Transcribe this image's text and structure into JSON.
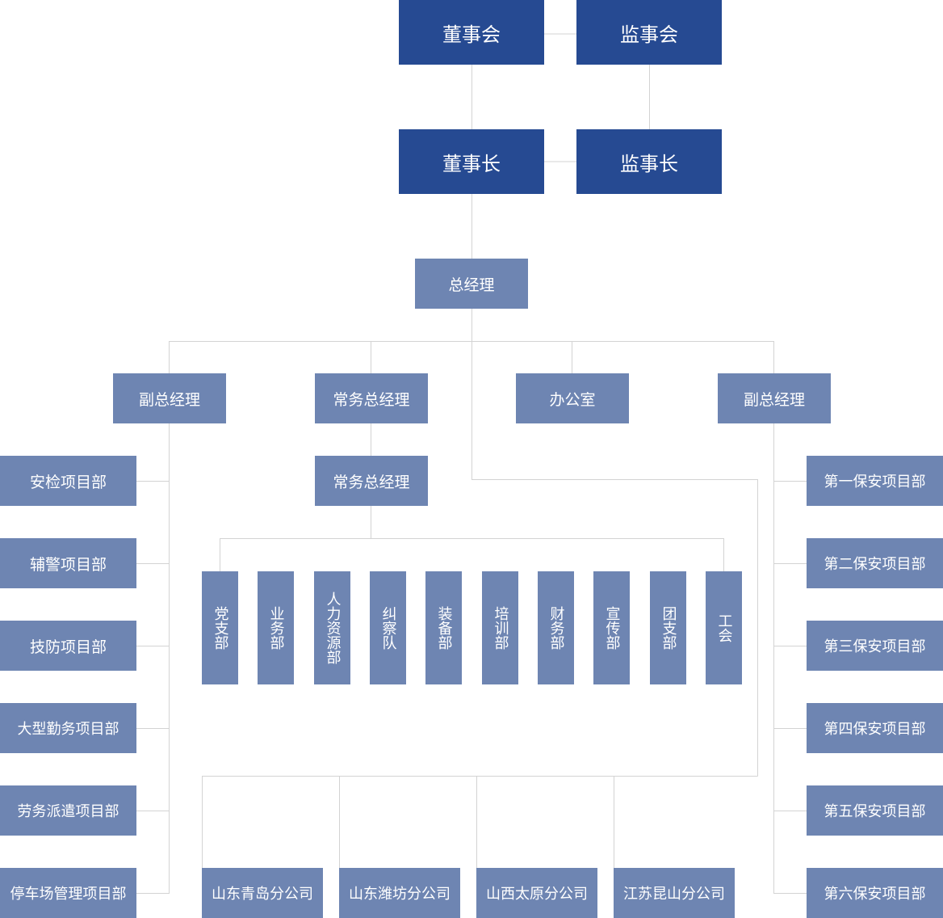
{
  "top": {
    "board": "董事会",
    "supervisory_board": "监事会",
    "chairman": "董事长",
    "chief_supervisor": "监事长"
  },
  "general_manager": "总经理",
  "level2": [
    "副总经理",
    "常务总经理",
    "办公室",
    "副总经理"
  ],
  "executive_gm_sub": "常务总经理",
  "left_projects": [
    "安检项目部",
    "辅警项目部",
    "技防项目部",
    "大型勤务项目部",
    "劳务派遣项目部",
    "停车场管理项目部"
  ],
  "departments": [
    "党支部",
    "业务部",
    "人力资源部",
    "纠察队",
    "装备部",
    "培训部",
    "财务部",
    "宣传部",
    "团支部",
    "工会"
  ],
  "right_projects": [
    "第一保安项目部",
    "第二保安项目部",
    "第三保安项目部",
    "第四保安项目部",
    "第五保安项目部",
    "第六保安项目部"
  ],
  "branches": [
    "山东青岛分公司",
    "山东潍坊分公司",
    "山西太原分公司",
    "江苏昆山分公司"
  ],
  "colors": {
    "dark_box": "#264a92",
    "light_box": "#6e85b2",
    "line": "#d3d3d3"
  }
}
